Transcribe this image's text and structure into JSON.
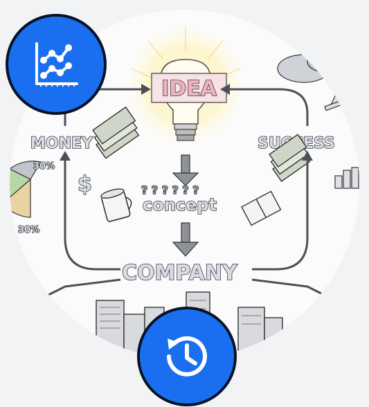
{
  "illustration": {
    "idea_label": "IDEA",
    "money_label": "MONEY",
    "success_label": "SUCCESS",
    "concept_label": "concept",
    "company_label": "COMPANY",
    "pie_top_percent": "30%",
    "pie_bottom_percent": "30%",
    "dollar_sign": "$",
    "question_marks": "? ? ? ? ? ?"
  },
  "buttons": {
    "chart_icon": "line-chart-icon",
    "history_icon": "history-restore-icon",
    "accent_color": "#1a6ff0",
    "border_color": "#061226"
  }
}
